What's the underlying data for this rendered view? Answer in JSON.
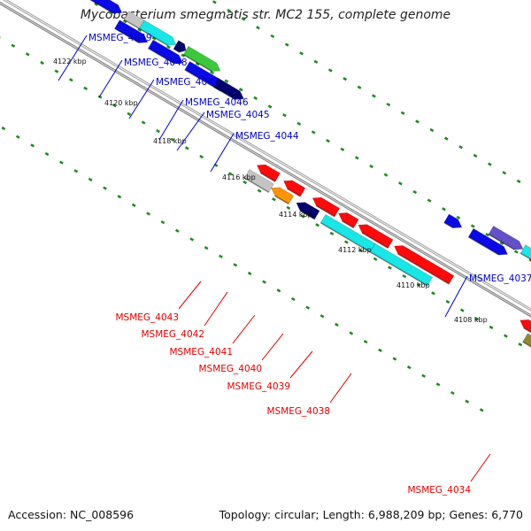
{
  "title": "Mycobacterium smegmatis str. MC2 155, complete genome",
  "footer": {
    "accession": "Accession: NC_008596",
    "summary": "Topology: circular; Length: 6,988,209 bp; Genes: 6,770"
  },
  "colors": {
    "backbone": "#8c8c8c",
    "tick": "#1e8c1e",
    "label_forward": "#0000c8",
    "label_reverse": "#e00000",
    "kbp_label": "#111111"
  },
  "kbp_marks": [
    "4122 kbp",
    "4120 kbp",
    "4118 kbp",
    "4116 kbp",
    "4114 kbp",
    "4112 kbp",
    "4110 kbp",
    "4108 kbp"
  ],
  "gene_labels_forward": [
    "MSMEG_4049",
    "MSMEG_4048",
    "MSMEG_4047",
    "MSMEG_4046",
    "MSMEG_4045",
    "MSMEG_4044",
    "MSMEG_4037"
  ],
  "gene_labels_reverse": [
    "MSMEG_4043",
    "MSMEG_4042",
    "MSMEG_4041",
    "MSMEG_4040",
    "MSMEG_4039",
    "MSMEG_4038",
    "MSMEG_4034"
  ],
  "feature_colors": {
    "blue": "#0a0ae6",
    "navy": "#00006e",
    "red": "#ff0a0a",
    "gray": "#c4c4c4",
    "cyan": "#19e6e6",
    "green": "#3cc83c",
    "orange": "#ff9400",
    "purple": "#6450c8",
    "olive": "#8c8c28"
  }
}
